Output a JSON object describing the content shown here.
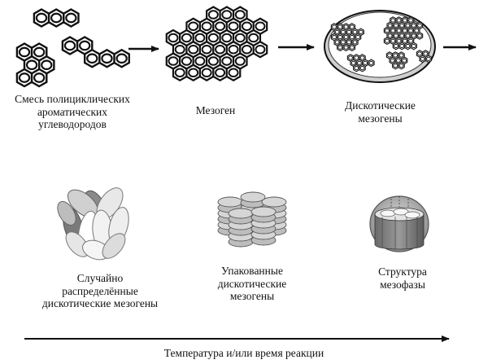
{
  "row1": {
    "stage1": [
      "Смесь полициклических",
      "ароматических",
      "углеводородов"
    ],
    "stage2": [
      "Мезоген"
    ],
    "stage3": [
      "Дискотические",
      "мезогены"
    ]
  },
  "row2": {
    "stage4": [
      "Случайно",
      "распределённые",
      "дискотические мезогены"
    ],
    "stage5": [
      "Упакованные",
      "дискотические",
      "мезогены"
    ],
    "stage6": [
      "Структура",
      "мезофазы"
    ]
  },
  "axis_label": "Температура и/или время реакции"
}
